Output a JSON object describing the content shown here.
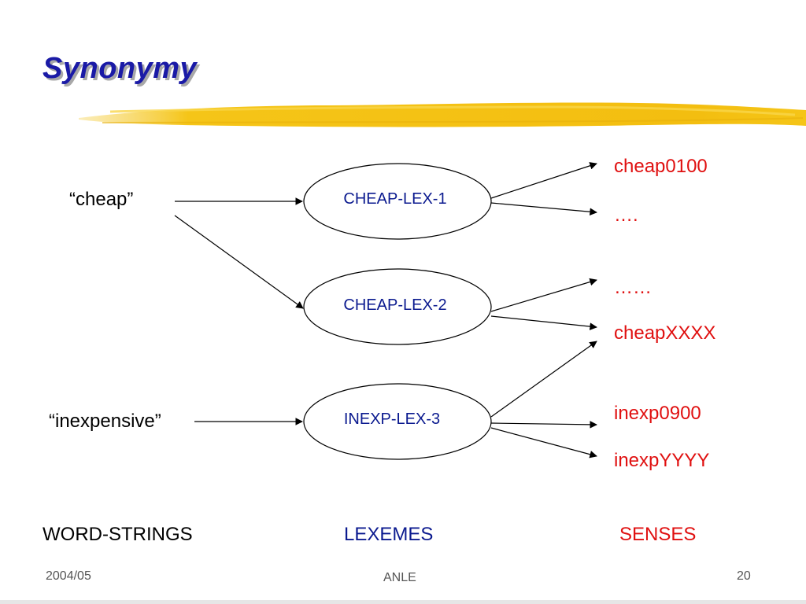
{
  "slide": {
    "title": "Synonymy"
  },
  "diagram": {
    "word_strings": [
      "“cheap”",
      "“inexpensive”"
    ],
    "lexemes": [
      "CHEAP-LEX-1",
      "CHEAP-LEX-2",
      "INEXP-LEX-3"
    ],
    "senses": [
      "cheap0100",
      "….",
      "……",
      "cheapXXXX",
      "inexp0900",
      "inexpYYYY"
    ],
    "columns": {
      "word_strings": "WORD-STRINGS",
      "lexemes": "LEXEMES",
      "senses": "SENSES"
    }
  },
  "footer": {
    "date": "2004/05",
    "course": "ANLE",
    "page": "20"
  },
  "colors": {
    "title": "#1a1aa6",
    "lexeme": "#0b1a8f",
    "sense": "#e01010",
    "highlight": "#f5c518"
  }
}
